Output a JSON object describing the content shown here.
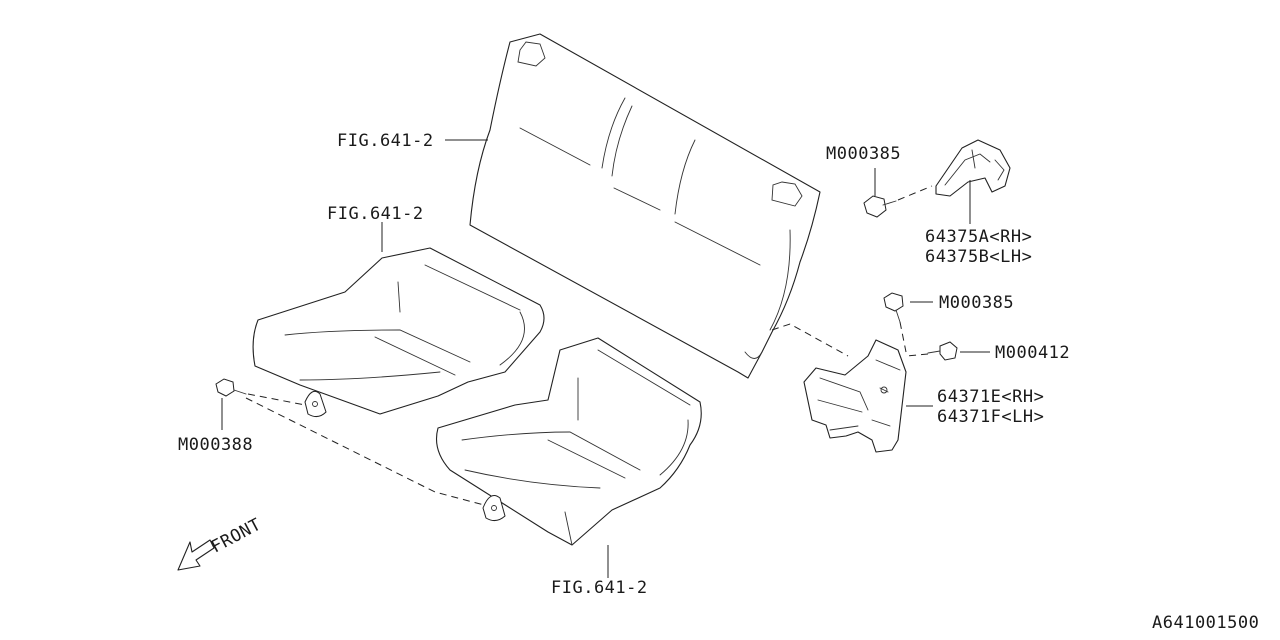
{
  "diagram_id": "A641001500",
  "front_label": "FRONT",
  "colors": {
    "line": "#222222",
    "background": "#ffffff"
  },
  "labels": {
    "fig_seatback": "FIG.641-2",
    "fig_cushion_left": "FIG.641-2",
    "fig_cushion_right": "FIG.641-2",
    "bolt_top": "M000385",
    "striker_rh": "64375A<RH>",
    "striker_lh": "64375B<LH>",
    "bolt_hinge": "M000385",
    "bolt_hinge_side": "M000412",
    "hinge_rh": "64371E<RH>",
    "hinge_lh": "64371F<LH>",
    "bolt_cushion": "M000388"
  }
}
